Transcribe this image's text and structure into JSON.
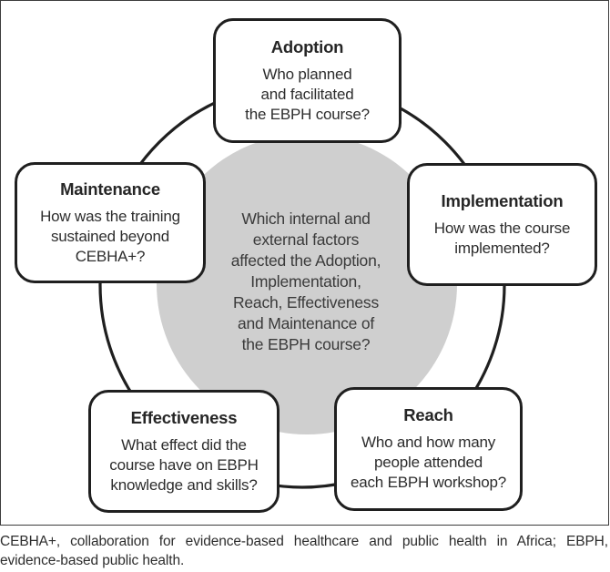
{
  "diagram": {
    "center": {
      "question": "Which internal and\nexternal factors\naffected the Adoption,\nImplementation,\nReach, Effectiveness\nand Maintenance of\nthe EBPH course?"
    },
    "boxes": [
      {
        "id": "adoption",
        "title": "Adoption",
        "question": "Who planned\nand facilitated\nthe EBPH course?"
      },
      {
        "id": "implementation",
        "title": "Implementation",
        "question": "How was the course\nimplemented?"
      },
      {
        "id": "maintenance",
        "title": "Maintenance",
        "question": "How was the training\nsustained beyond\nCEBHA+?"
      },
      {
        "id": "effectiveness",
        "title": "Effectiveness",
        "question": "What effect did the\ncourse have on EBPH\nknowledge and skills?"
      },
      {
        "id": "reach",
        "title": "Reach",
        "question": "Who and how many\npeople attended\neach EBPH workshop?"
      }
    ],
    "colors": {
      "center_circle_fill": "#cfcfcf",
      "outline": "#1f1f1f",
      "text": "#2d2d2d",
      "panel_border": "#3c3c3c"
    }
  },
  "caption": {
    "line1": "CEBHA+, collaboration for evidence-based healthcare and public health in Africa; EBPH,",
    "line2": "evidence-based public health."
  }
}
